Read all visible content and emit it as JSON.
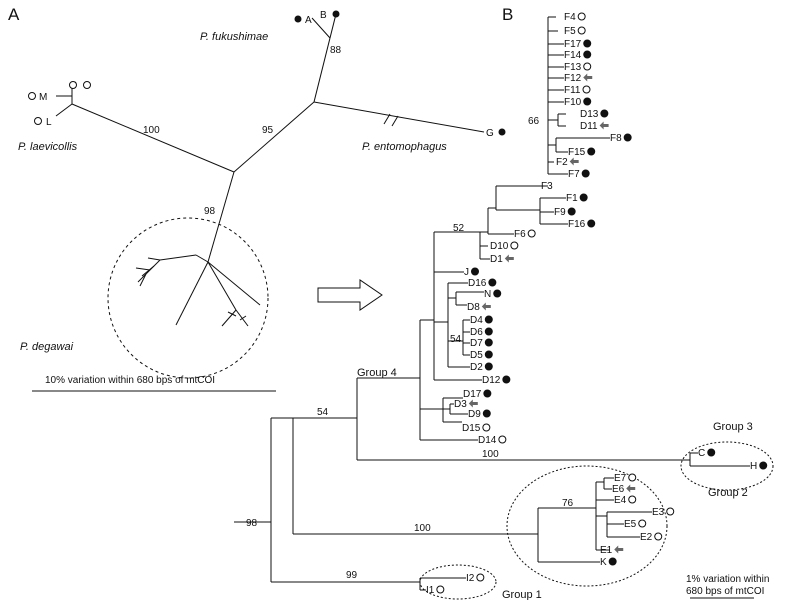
{
  "panel_a": {
    "label": "A",
    "species": [
      "P. fukushimae",
      "P. laevicollis",
      "P. entomophagus",
      "P. degawai"
    ],
    "taxa": [
      "A",
      "B",
      "M",
      "L",
      "G"
    ],
    "bootstrap": [
      "88",
      "100",
      "95",
      "98"
    ],
    "scale": "10% variation within 680 bps of mtCOI"
  },
  "panel_b": {
    "label": "B",
    "taxa": [
      "F4",
      "F5",
      "F17",
      "F14",
      "F13",
      "F12",
      "F11",
      "F10",
      "D13",
      "D11",
      "F8",
      "F15",
      "F2",
      "F7",
      "F3",
      "F1",
      "F9",
      "F16",
      "F6",
      "D10",
      "D1",
      "J",
      "D16",
      "N",
      "D8",
      "D4",
      "D6",
      "D7",
      "D5",
      "D2",
      "D12",
      "D17",
      "D3",
      "D9",
      "D15",
      "D14",
      "C",
      "H",
      "E7",
      "E6",
      "E4",
      "E3",
      "E5",
      "E2",
      "E1",
      "K",
      "I2",
      "I1"
    ],
    "bootstrap": [
      "66",
      "52",
      "54",
      "54",
      "100",
      "98",
      "100",
      "76",
      "99"
    ],
    "groups": [
      "Group 4",
      "Group 3",
      "Group 2",
      "Group 1"
    ],
    "scale": [
      "1% variation within",
      "680 bps of mtCOI"
    ]
  },
  "legend": {
    "filled_circle": "filled",
    "open_circle": "open",
    "arrow": "arrow",
    "filled_color": "#111111",
    "arrow_color": "#666666"
  }
}
